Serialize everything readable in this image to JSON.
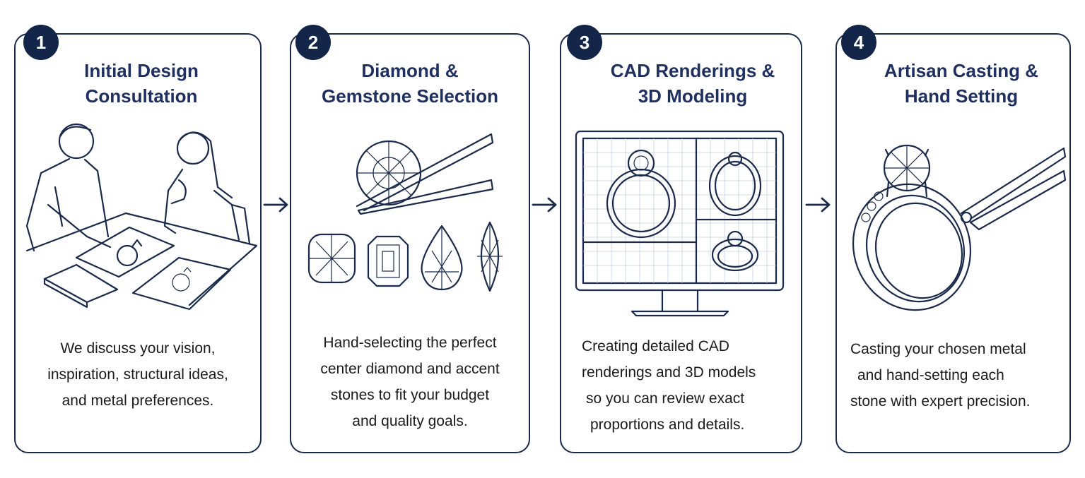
{
  "steps": [
    {
      "number": "1",
      "title_lines": [
        "Initial Design",
        "Consultation"
      ],
      "description_lines": [
        "We discuss your vision,",
        "inspiration, structural ideas,",
        "and metal preferences."
      ],
      "illustration_icon": "consultation-illustration"
    },
    {
      "number": "2",
      "title_lines": [
        "Diamond &",
        "Gemstone Selection"
      ],
      "description_lines": [
        "Hand-selecting the perfect",
        "center diamond and accent",
        "stones to fit your budget",
        "and quality goals."
      ],
      "illustration_icon": "gemstones-illustration"
    },
    {
      "number": "3",
      "title_lines": [
        "CAD Renderings &",
        "3D Modeling"
      ],
      "description_lines": [
        "Creating detailed CAD",
        "renderings and 3D models",
        "so you can review exact",
        "proportions and details."
      ],
      "illustration_icon": "cad-monitor-illustration"
    },
    {
      "number": "4",
      "title_lines": [
        "Artisan Casting &",
        "Hand Setting"
      ],
      "description_lines": [
        "Casting your chosen metal",
        "and hand-setting each",
        "stone with expert precision."
      ],
      "illustration_icon": "ring-setting-illustration"
    }
  ],
  "colors": {
    "navy": "#14254a",
    "title": "#1f3060",
    "border": "#1b2a4a",
    "text": "#1b1b1b"
  },
  "connector_icon": "right-arrow-icon"
}
